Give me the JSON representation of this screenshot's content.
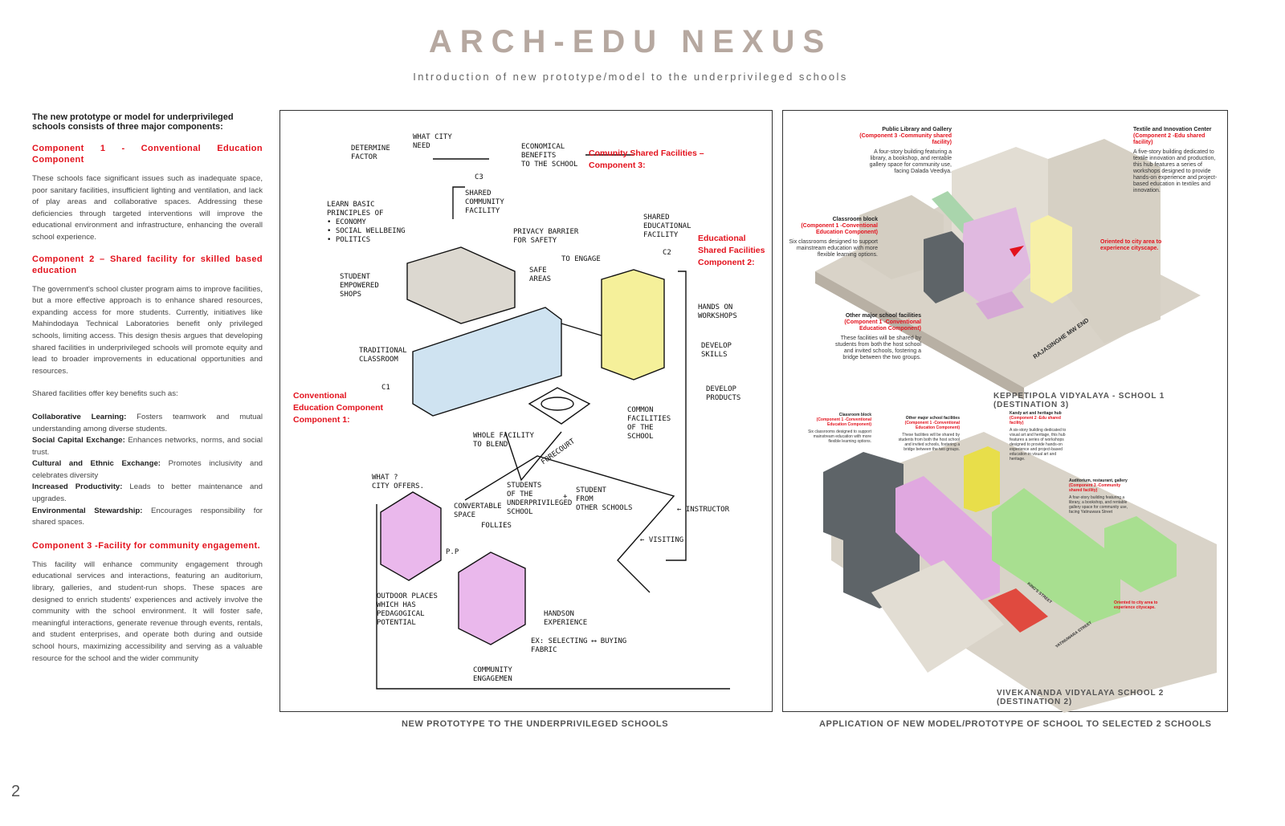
{
  "header": {
    "title": "ARCH-EDU NEXUS",
    "subtitle": "Introduction of new prototype/model to the underprivileged schools"
  },
  "left": {
    "intro": "The new prototype or model for underprivileged schools consists of three major components:",
    "c1_heading": "Component 1 - Conventional Education Component",
    "c1_text": "These schools face significant issues such as inadequate space, poor sanitary facilities, insufficient lighting and ventilation, and lack of play areas and collaborative spaces. Addressing these deficiencies through targeted interventions will improve the educational environment and infrastructure, enhancing the overall school experience.",
    "c2_heading": "Component 2 – Shared facility for skilled based education",
    "c2_text": "The government's school cluster program aims to improve facilities, but a more effective approach is to enhance shared resources, expanding access for more students. Currently, initiatives like Mahindodaya Technical Laboratories benefit only privileged schools, limiting access. This design thesis argues that developing shared facilities in underprivileged schools will promote equity and lead to broader improvements in educational opportunities and resources.",
    "benefits_intro": "Shared facilities offer key benefits such as:",
    "benefits": [
      {
        "term": "Collaborative Learning:",
        "desc": " Fosters teamwork and mutual understanding among diverse students."
      },
      {
        "term": "Social Capital Exchange:",
        "desc": " Enhances networks, norms, and social trust."
      },
      {
        "term": "Cultural and Ethnic Exchange:",
        "desc": " Promotes inclusivity and celebrates diversity"
      },
      {
        "term": "Increased Productivity:",
        "desc": " Leads to better maintenance and upgrades."
      },
      {
        "term": "Environmental Stewardship:",
        "desc": " Encourages responsibility for shared spaces."
      }
    ],
    "c3_heading": "Component 3 -Facility for community engagement.",
    "c3_text": "This facility will enhance community engagement through educational services and interactions, featuring an auditorium, library, galleries, and student-run shops. These spaces are designed to enrich students' experiences and actively involve the community with the school environment. It will foster safe, meaningful interactions, generate revenue through events, rentals, and student enterprises, and operate both during and outside school hours, maximizing accessibility and serving as a valuable resource for the school and the wider community"
  },
  "sketch": {
    "red_labels": [
      "Comunity Shared Facilities –\nComponent 3:",
      "Educational\nShared Facilities\nComponent 2:",
      "Conventional\nEducation Component\nComponent 1:"
    ],
    "notes": [
      "Determine\nfactor",
      "What city\nneed",
      "Economical\nbenefits\nto the school",
      "C3",
      "Shared\ncommunity\nfacility",
      "Learn basic\nprinciples of\n• Economy\n• Social wellbeing\n• Politics",
      "Privacy barrier\nfor safety",
      "Shared\neducational\nfacility",
      "C2",
      "To engage",
      "Safe\nareas",
      "Student\nempowered\nshops",
      "Hands on\nworkshops",
      "Develop\nskills",
      "Develop\nproducts",
      "Traditional\nclassroom",
      "C1",
      "Common\nfacilities\nof the\nschool",
      "Whole facility\nto blend",
      "Forecourt",
      "What ?\ncity offers.",
      "Students\nof the\nunderprivileged\nschool",
      "+",
      "Student\nfrom\nother schools",
      "Convertable\nspace",
      "Follies",
      "← Instructor",
      "← Visiting",
      "P.P",
      "Outdoor places\nwhich has\npedagogical\npotential",
      "Handson\nexperience",
      "Ex: Selecting ⟷ Buying\nfabric",
      "Community\nengagemen"
    ],
    "caption": "NEW PROTOTYPE TO THE UNDERPRIVILEGED SCHOOLS"
  },
  "render": {
    "school1": {
      "label": "KEPPETIPOLA VIDYALAYA - SCHOOL 1 (DESTINATION 3)",
      "road": "RAJASINGHE MW END",
      "annotations": [
        {
          "title": "Public Library and Gallery",
          "comp": "(Component 3 -Community shared facility)",
          "text": "A four-story building featuring a library, a bookshop, and rentable gallery space for community use, facing Dalada Veediya."
        },
        {
          "title": "Textile and Innovation Center",
          "comp": "(Component 2 -Edu shared facility)",
          "text": "A five-story building dedicated to textile innovation and production, this hub features a series of workshops designed to provide hands-on experience and project-based education in textiles and innovation."
        },
        {
          "title": "Classroom block",
          "comp": "(Component 1 -Conventional Education Component)",
          "text": "Six classrooms designed to support mainstream education with more flexible learning options."
        },
        {
          "title": "Other major school facilities",
          "comp": "(Component 1 -Conventional Education Component)",
          "text": "These facilities will be shared by students from both the host school and invited schools, fostering a bridge between the two groups."
        }
      ],
      "orient": "Oriented to city area to experience cityscape."
    },
    "school2": {
      "label": "VIVEKANANDA VIDYALAYA SCHOOL 2 (DESTINATION 2)",
      "roads": [
        "KING'S STREET",
        "YATINUWARA STREET"
      ],
      "annotations": [
        {
          "title": "Classroom block",
          "comp": "(Component 1 -Conventional Education Component)",
          "text": "Six classrooms designed to support mainstream education with more flexible learning options."
        },
        {
          "title": "Other major school facilities",
          "comp": "(Component 1 -Conventional Education Component)",
          "text": "These facilities will be shared by students from both the host school and invited schools, fostering a bridge between the two groups."
        },
        {
          "title": "Kandy art and heritage hub",
          "comp": "(Component 2 -Edu shared facility)",
          "text": "A six-story building dedicated to visual art and heritage, this hub features a series of workshops designed to provide hands-on experience and project-based education in visual art and heritage."
        },
        {
          "title": "Auditorium, restaurant, gallery",
          "comp": "(Component 3 -Community shared facility)",
          "text": "A four-story building featuring a library, a bookshop, and rentable gallery space for community use, facing Yatinuwara Street"
        }
      ],
      "orient": "Oriented to city area to experience cityscape."
    },
    "caption": "APPLICATION OF NEW MODEL/PROTOTYPE OF SCHOOL TO SELECTED 2 SCHOOLS"
  },
  "page_number": "2",
  "colors": {
    "accent": "#e3121d",
    "title": "#b6a8a0",
    "c1": "#cfe3f1",
    "c2": "#f5f09a",
    "c3": "#eab8ec"
  }
}
